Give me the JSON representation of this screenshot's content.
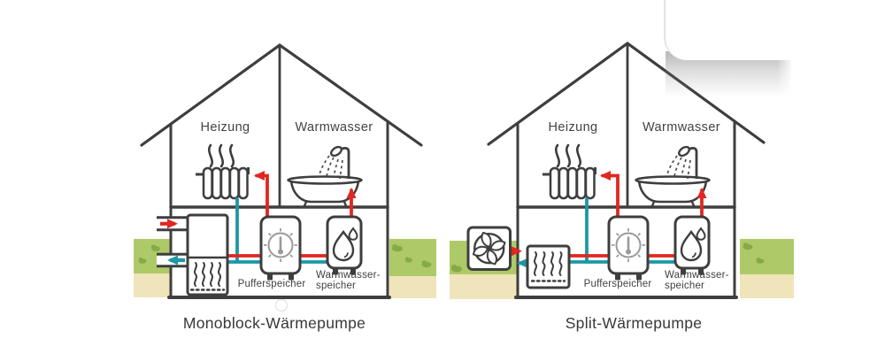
{
  "page": {
    "background": "#ffffff"
  },
  "diagrams": [
    {
      "caption": "Monoblock-Wärmepumpe",
      "rooms": {
        "heating": "Heizung",
        "hot_water": "Warmwasser"
      },
      "labels": {
        "buffer_tank": "Pufferspeicher",
        "hot_water_tank_line1": "Warmwasser-",
        "hot_water_tank_line2": "speicher"
      }
    },
    {
      "caption": "Split-Wärmepumpe",
      "rooms": {
        "heating": "Heizung",
        "hot_water": "Warmwasser"
      },
      "labels": {
        "buffer_tank": "Pufferspeicher",
        "hot_water_tank_line1": "Warmwasser-",
        "hot_water_tank_line2": "speicher"
      }
    }
  ],
  "icons": {
    "outdoor_unit": "fan-icon",
    "indoor_heat_exchanger": "coil-icon",
    "buffer_tank": "gauge-icon",
    "hot_water_tank": "water-drop-icon",
    "heating": "radiator-icon",
    "hot_water": "bathtub-shower-icon"
  },
  "colors": {
    "outline": "#3e3e3e",
    "flow_hot": "#e02720",
    "flow_return": "#1c97a8",
    "grass": "#aeca68",
    "bush": "#86aa4a",
    "soil": "#f0e4ba",
    "icon_gray": "#9a9a9a",
    "shadow": "#8f8f8f"
  }
}
